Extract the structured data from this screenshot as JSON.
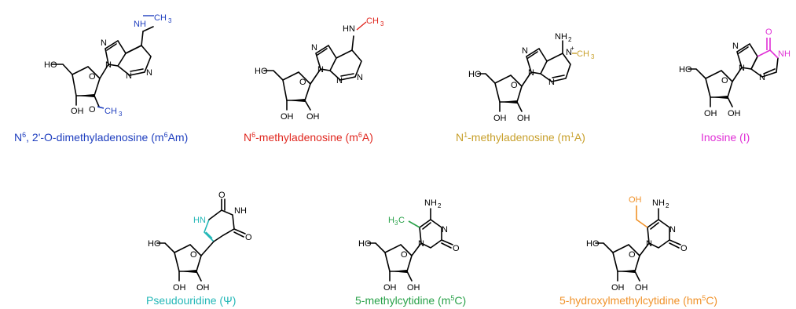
{
  "colors": {
    "m6Am": "#1f3fbf",
    "m6A": "#e0271f",
    "m1A": "#c8a02c",
    "inosine": "#e030d6",
    "pseudouridine": "#25b8b8",
    "m5C": "#2aa24a",
    "hm5C": "#f0922a",
    "bond": "#000000"
  },
  "compounds": [
    {
      "id": "m6Am",
      "prefix": "N",
      "sup": "6",
      "rest": ", 2'-O-dimethyladenosine (m",
      "sup2": "6",
      "end": "Am)"
    },
    {
      "id": "m6A",
      "prefix": "N",
      "sup": "6",
      "rest": "-methyladenosine (m",
      "sup2": "6",
      "end": "A)"
    },
    {
      "id": "m1A",
      "prefix": "N",
      "sup": "1",
      "rest": "-methyladenosine (m",
      "sup2": "1",
      "end": "A)"
    },
    {
      "id": "inosine",
      "prefix": "Inosine (I)",
      "sup": "",
      "rest": "",
      "sup2": "",
      "end": ""
    },
    {
      "id": "pseudouridine",
      "prefix": "Pseudouridine (Ψ)",
      "sup": "",
      "rest": "",
      "sup2": "",
      "end": ""
    },
    {
      "id": "m5C",
      "prefix": "5-methylcytidine (m",
      "sup": "5",
      "rest": "C)",
      "sup2": "",
      "end": ""
    },
    {
      "id": "hm5C",
      "prefix": "5-hydroxylmethylcytidine (hm",
      "sup": "5",
      "rest": "C)",
      "sup2": "",
      "end": ""
    }
  ],
  "atoms": {
    "nh": "NH",
    "hn": "HN",
    "n": "N",
    "ch3": "CH",
    "three": "3",
    "nh2": "NH",
    "two": "2",
    "ho": "HO",
    "oh": "OH",
    "o": "O",
    "plus": "+",
    "h3c": "H",
    "c": "C"
  }
}
